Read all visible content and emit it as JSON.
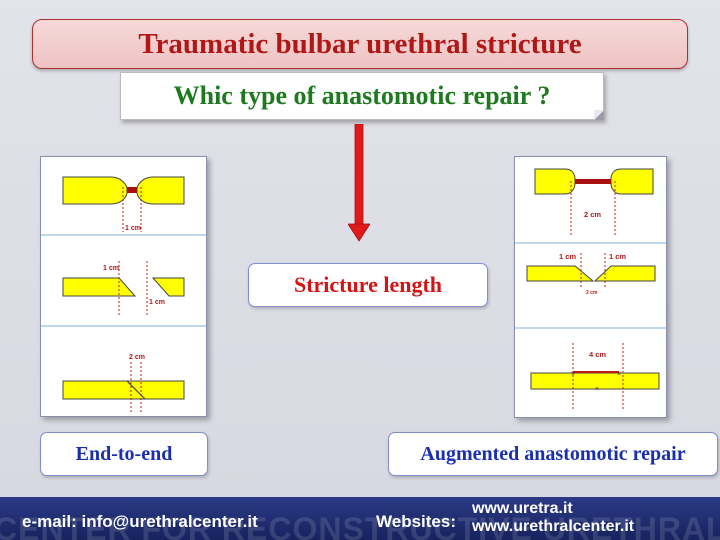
{
  "slide": {
    "title": "Traumatic bulbar urethral stricture",
    "question": "Whic type of anastomotic repair ?",
    "criterion": "Stricture length",
    "left_label": "End-to-end",
    "right_label": "Augmented anastomotic repair"
  },
  "left_diagram": {
    "dim1": "1 cm",
    "dim2_top": "1 cm",
    "dim2_bottom": "1 cm",
    "dim3": "2 cm"
  },
  "right_diagram": {
    "dim1": "2 cm",
    "dim2_left": "1 cm",
    "dim2_right": "1 cm",
    "dim2_bottom": "2 cm",
    "dim3": "4 cm"
  },
  "footer": {
    "email": "e-mail: info@urethralcenter.it",
    "websites_label": "Websites:",
    "site1": "www.uretra.it",
    "site2": "www.urethralcenter.it",
    "watermark": "CENTER FOR RECONSTRUCTIVE URETHRAL SURGERY"
  },
  "colors": {
    "title": "#b01818",
    "question": "#1e7a1e",
    "criterion": "#d41414",
    "label": "#1a2fb0",
    "urethra": "#ffff00",
    "footer": "#1f2b70"
  }
}
